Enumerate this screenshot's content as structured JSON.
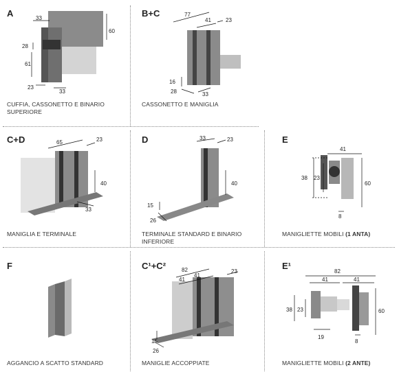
{
  "panels": [
    {
      "letter": "A",
      "caption": "CUFFIA, CASSONETTO E BINARIO SUPERIORE",
      "dims": [
        "33",
        "60",
        "28",
        "61",
        "23",
        "33"
      ]
    },
    {
      "letter": "B+C",
      "caption": "CASSONETTO E MANIGLIA",
      "dims": [
        "77",
        "41",
        "23",
        "16",
        "28",
        "33"
      ]
    },
    {
      "letter": "C+D",
      "caption": "MANIGLIA E TERMINALE",
      "dims": [
        "65",
        "23",
        "40",
        "33"
      ]
    },
    {
      "letter": "D",
      "caption": "TERMINALE STANDARD E BINARIO INFERIORE",
      "dims": [
        "33",
        "23",
        "40",
        "15",
        "26"
      ]
    },
    {
      "letter": "E",
      "caption_main": "MANIGLIETTE MOBILI ",
      "caption_bold": "(1 ANTA)",
      "dims": [
        "41",
        "38",
        "23",
        "60",
        "8"
      ]
    },
    {
      "letter": "F",
      "caption": "AGGANCIO A SCATTO STANDARD",
      "dims": []
    },
    {
      "letter": "C¹+C²",
      "caption": "MANIGLIE ACCOPPIATE",
      "dims": [
        "82",
        "41",
        "41",
        "23",
        "15",
        "26"
      ]
    },
    {
      "letter": "E¹",
      "caption_main": "MANIGLIETTE MOBILI ",
      "caption_bold": "(2 ANTE)",
      "dims": [
        "82",
        "41",
        "41",
        "38",
        "23",
        "60",
        "19",
        "8"
      ]
    }
  ]
}
